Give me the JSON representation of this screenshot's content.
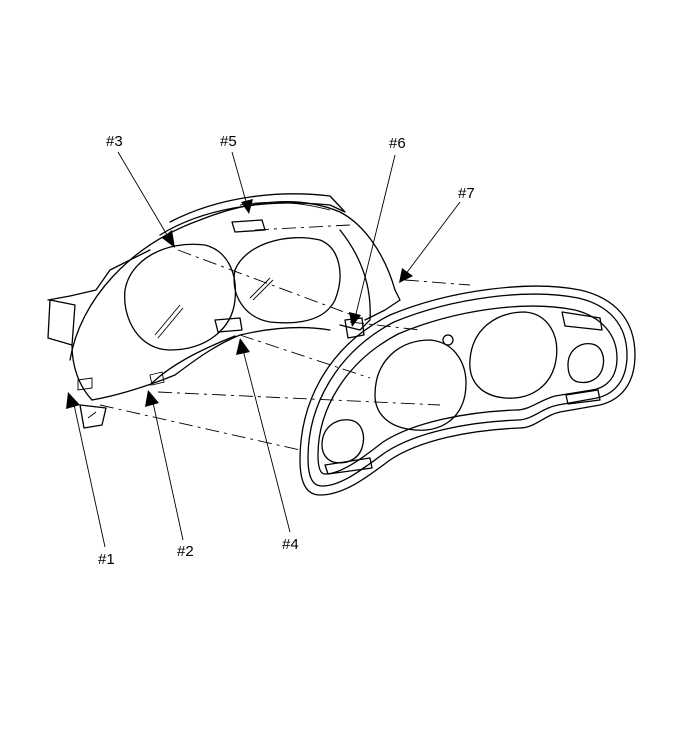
{
  "callouts": {
    "c1": "#1",
    "c2": "#2",
    "c3": "#3",
    "c4": "#4",
    "c5": "#5",
    "c6": "#6",
    "c7": "#7"
  },
  "colors": {
    "line": "#000000",
    "background": "#ffffff"
  }
}
